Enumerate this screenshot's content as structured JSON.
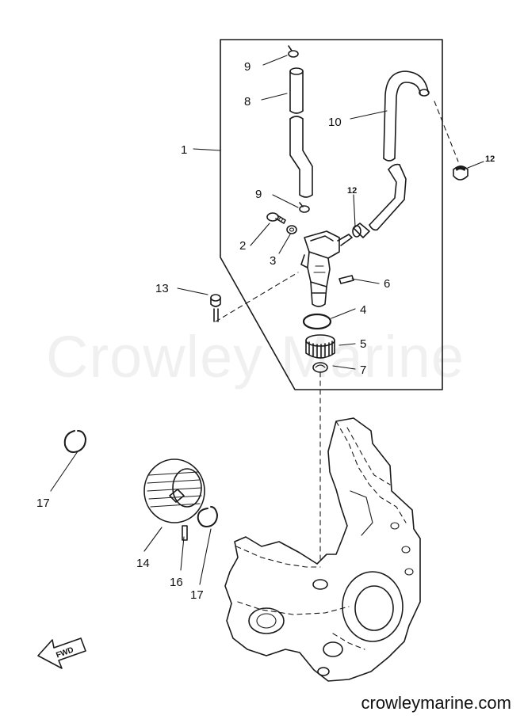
{
  "watermark": "Crowley Marine",
  "site": "crowleymarine.com",
  "fwd_label": "FWD",
  "callouts": {
    "c1": "1",
    "c2": "2",
    "c3": "3",
    "c4": "4",
    "c5": "5",
    "c6": "6",
    "c7": "7",
    "c8": "8",
    "c9a": "9",
    "c9b": "9",
    "c10": "10",
    "c12a": "12",
    "c12b": "12",
    "c13": "13",
    "c14": "14",
    "c16": "16",
    "c17a": "17",
    "c17b": "17"
  }
}
